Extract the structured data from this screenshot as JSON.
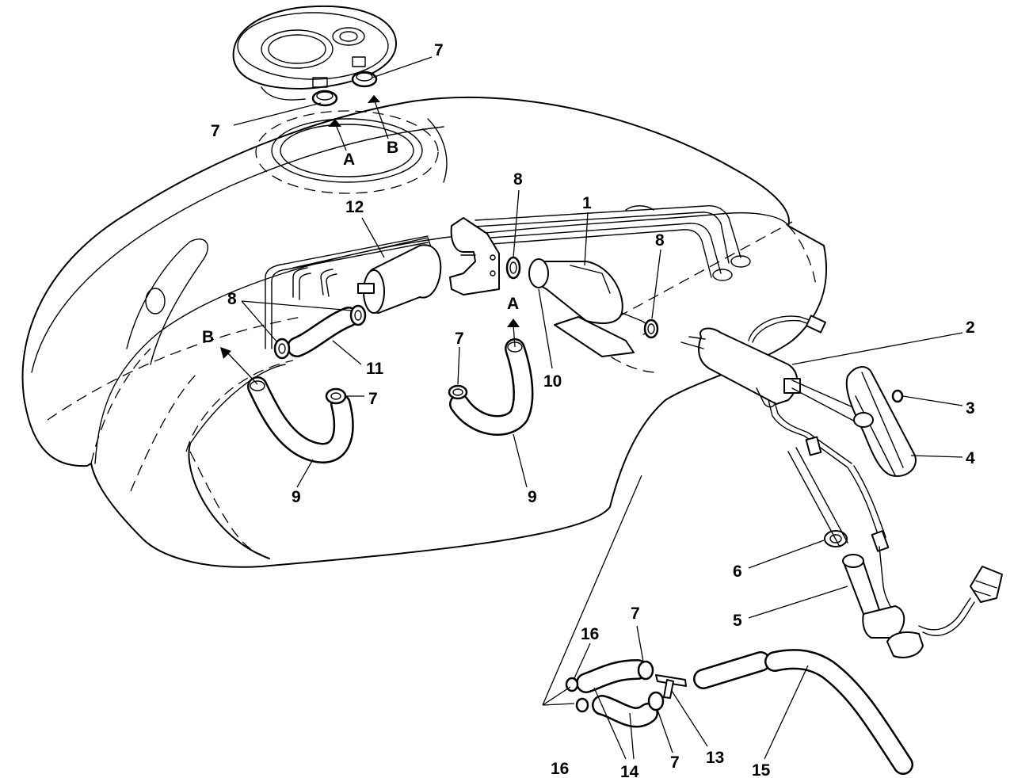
{
  "callouts": [
    {
      "id": "c1",
      "text": "1"
    },
    {
      "id": "c2",
      "text": "2"
    },
    {
      "id": "c3",
      "text": "3"
    },
    {
      "id": "c4",
      "text": "4"
    },
    {
      "id": "c5",
      "text": "5"
    },
    {
      "id": "c6",
      "text": "6"
    },
    {
      "id": "c7a",
      "text": "7"
    },
    {
      "id": "c7b",
      "text": "7"
    },
    {
      "id": "c7c",
      "text": "7"
    },
    {
      "id": "c7d",
      "text": "7"
    },
    {
      "id": "c7e",
      "text": "7"
    },
    {
      "id": "c7f",
      "text": "7"
    },
    {
      "id": "c8a",
      "text": "8"
    },
    {
      "id": "c8b",
      "text": "8"
    },
    {
      "id": "c8c",
      "text": "8"
    },
    {
      "id": "c9a",
      "text": "9"
    },
    {
      "id": "c9b",
      "text": "9"
    },
    {
      "id": "c10",
      "text": "10"
    },
    {
      "id": "c11",
      "text": "11"
    },
    {
      "id": "c12",
      "text": "12"
    },
    {
      "id": "c13",
      "text": "13"
    },
    {
      "id": "c14",
      "text": "14"
    },
    {
      "id": "c15",
      "text": "15"
    },
    {
      "id": "c16a",
      "text": "16"
    },
    {
      "id": "c16b",
      "text": "16"
    }
  ],
  "connectors": [
    {
      "id": "A1",
      "text": "A"
    },
    {
      "id": "B1",
      "text": "B"
    },
    {
      "id": "A2",
      "text": "A"
    },
    {
      "id": "B2",
      "text": "B"
    }
  ]
}
